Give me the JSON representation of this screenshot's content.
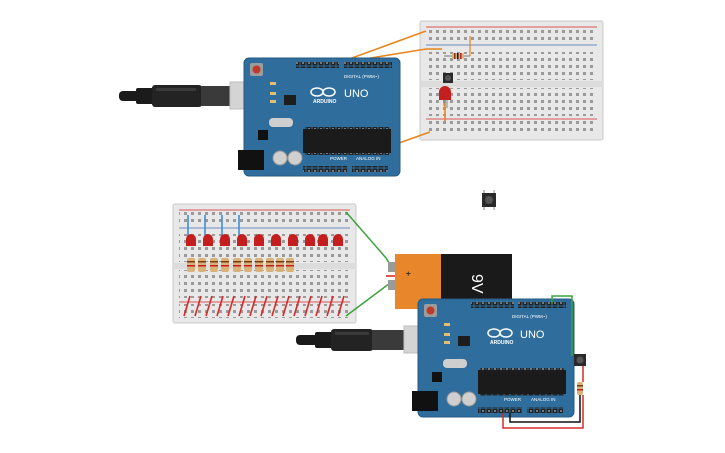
{
  "scene": {
    "components": [
      {
        "name": "arduino-uno-top",
        "type": "arduino-uno",
        "board_label": "UNO",
        "brand_label": "ARDUINO",
        "digital_label": "DIGITAL (PWM~)",
        "power_label": "POWER",
        "analog_label": "ANALOG IN"
      },
      {
        "name": "arduino-uno-bottom",
        "type": "arduino-uno",
        "board_label": "UNO",
        "brand_label": "ARDUINO",
        "digital_label": "DIGITAL (PWM~)",
        "power_label": "POWER",
        "analog_label": "ANALOG IN"
      },
      {
        "name": "breadboard-top",
        "type": "breadboard-small"
      },
      {
        "name": "breadboard-bottom",
        "type": "breadboard-small"
      },
      {
        "name": "battery-9v",
        "type": "battery",
        "label": "9V"
      },
      {
        "name": "usb-cable-top",
        "type": "usb-cable"
      },
      {
        "name": "usb-cable-bottom",
        "type": "usb-cable"
      },
      {
        "name": "loose-pushbutton",
        "type": "pushbutton"
      }
    ],
    "top_circuit": {
      "led_count": 1,
      "resistor_count": 1,
      "button_count": 1
    },
    "bottom_circuit": {
      "led_count": 10,
      "resistor_count": 10,
      "blue_wire_count": 4,
      "red_wire_count": 15
    }
  },
  "colors": {
    "board": "#2f6e9c",
    "board_dark": "#1f4f74",
    "breadboard": "#e6e6e6",
    "led": "#c41e1e",
    "wire_orange": "#e8861d",
    "wire_red": "#d62a2a",
    "wire_green": "#3aa33a",
    "wire_blue": "#3f8fd6",
    "wire_black": "#111111",
    "battery_orange": "#e8862c",
    "battery_black": "#1a1a1a"
  }
}
